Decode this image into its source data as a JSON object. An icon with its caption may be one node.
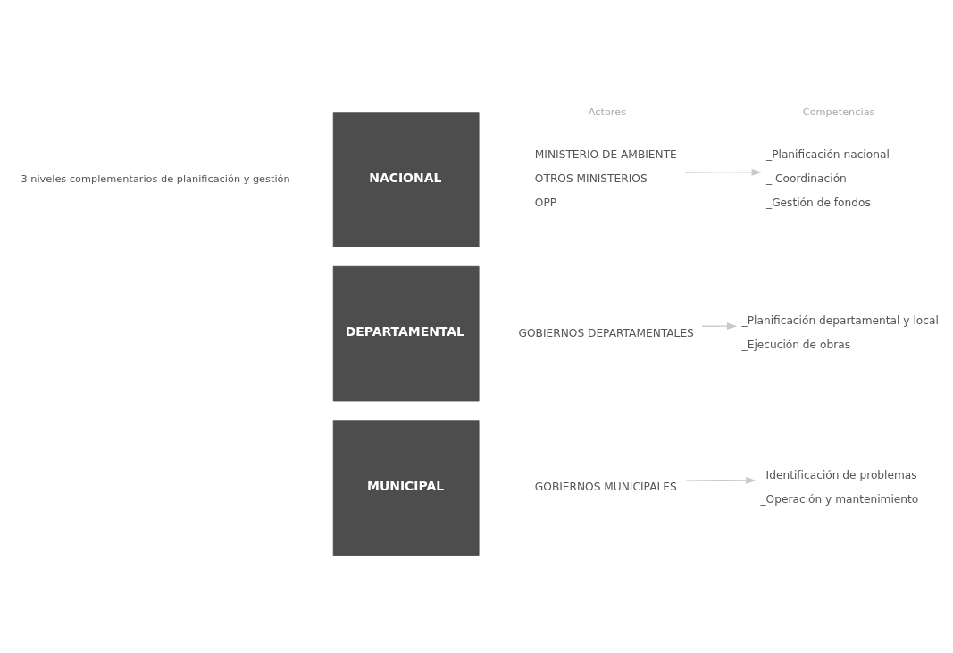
{
  "diagram": {
    "nodes": [
      {
        "text": [
          "NACIONAL"
        ]
      },
      {
        "text": [
          "MINISTERIO DE AMBIENTE",
          "OTROS MINISTERIOS",
          "OPP"
        ]
      },
      {
        "text": [
          "_Planificación nacional",
          "_ Coordinación",
          "_Gestión de fondos"
        ]
      },
      {
        "text": [
          "DEPARTAMENTAL"
        ]
      },
      {
        "text": [
          "GOBIERNOS DEPARTAMENTALES"
        ]
      },
      {
        "text": [
          "_Planificación departamental y local",
          "_Ejecución de obras"
        ]
      },
      {
        "text": [
          "MUNICIPAL"
        ]
      },
      {
        "text": [
          "GOBIERNOS MUNICIPALES"
        ]
      },
      {
        "text": [
          "_Identificación de problemas",
          "_Operación y mantenimiento"
        ]
      }
    ],
    "edges": [
      {
        "from": 1,
        "to": 2,
        "arrow": "to"
      },
      {
        "from": 4,
        "to": 5,
        "arrow": "to"
      },
      {
        "from": 7,
        "to": 8,
        "arrow": "to"
      }
    ],
    "labels": [
      "3 niveles complementarios de planificación y gestión",
      "Actores",
      "Competencias"
    ]
  }
}
